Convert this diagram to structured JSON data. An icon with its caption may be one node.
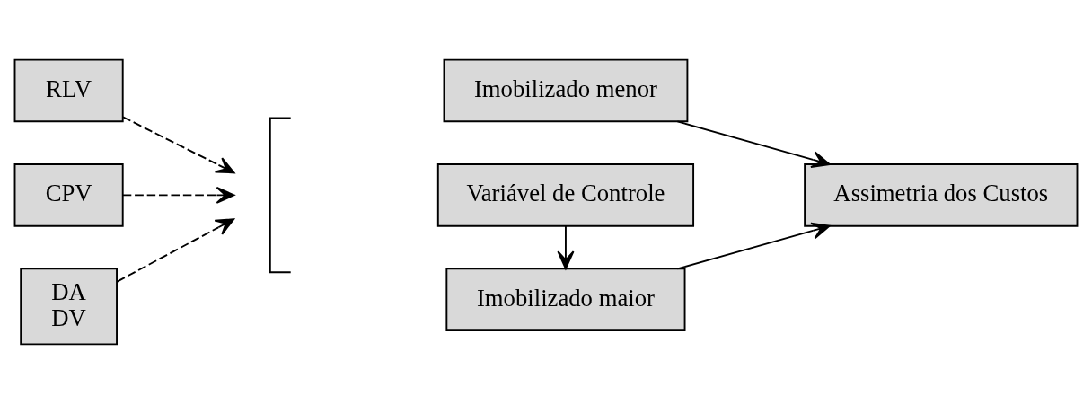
{
  "diagram": {
    "nodes": [
      {
        "text": [
          "RLV"
        ]
      },
      {
        "text": [
          "CPV"
        ]
      },
      {
        "text": [
          "DA",
          "DV"
        ]
      },
      {
        "text": [
          "Variável de Controle"
        ]
      },
      {
        "text": [],
        "shape": "bracket"
      },
      {
        "text": [
          "Imobilizado maior"
        ]
      },
      {
        "text": [
          "Imobilizado menor"
        ]
      },
      {
        "text": [
          "Assimetria dos Custos"
        ]
      }
    ],
    "edges": [
      {
        "from": 0,
        "to": 4,
        "arrow": "to",
        "style": "dashed"
      },
      {
        "from": 1,
        "to": 4,
        "arrow": "to",
        "style": "dashed"
      },
      {
        "from": 2,
        "to": 4,
        "arrow": "to",
        "style": "dashed"
      },
      {
        "from": 3,
        "to": 5,
        "arrow": "to"
      },
      {
        "from": 5,
        "to": 7,
        "arrow": "to"
      },
      {
        "from": 6,
        "to": 7,
        "arrow": "to"
      }
    ]
  }
}
